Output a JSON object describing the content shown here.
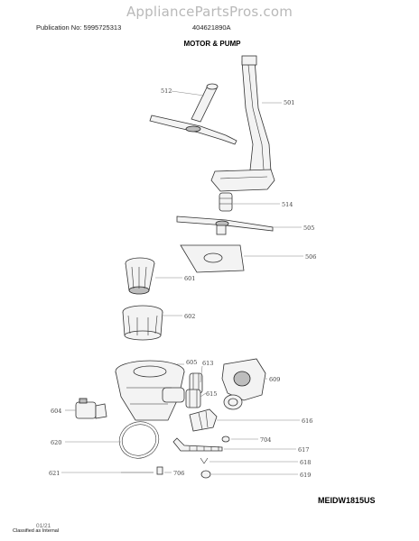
{
  "header": {
    "watermark": "AppliancePartsPros.com",
    "publication": "Publication No: 5995725313",
    "doc_number": "404621890A",
    "section_title": "MOTOR & PUMP"
  },
  "model": "MEIDW1815US",
  "footer": {
    "classification": "Classified as Internal",
    "date": "01/21"
  },
  "callouts": [
    {
      "id": "c512",
      "label": "512"
    },
    {
      "id": "c501",
      "label": "501"
    },
    {
      "id": "c514",
      "label": "514"
    },
    {
      "id": "c505",
      "label": "505"
    },
    {
      "id": "c506",
      "label": "506"
    },
    {
      "id": "c601",
      "label": "601"
    },
    {
      "id": "c602",
      "label": "602"
    },
    {
      "id": "c605",
      "label": "605"
    },
    {
      "id": "c613",
      "label": "613"
    },
    {
      "id": "c609",
      "label": "609"
    },
    {
      "id": "c615",
      "label": "615"
    },
    {
      "id": "c604",
      "label": "604"
    },
    {
      "id": "c616",
      "label": "616"
    },
    {
      "id": "c704",
      "label": "704"
    },
    {
      "id": "c620",
      "label": "620"
    },
    {
      "id": "c617",
      "label": "617"
    },
    {
      "id": "c618",
      "label": "618"
    },
    {
      "id": "c621",
      "label": "621"
    },
    {
      "id": "c706",
      "label": "706"
    },
    {
      "id": "c619",
      "label": "619"
    }
  ]
}
